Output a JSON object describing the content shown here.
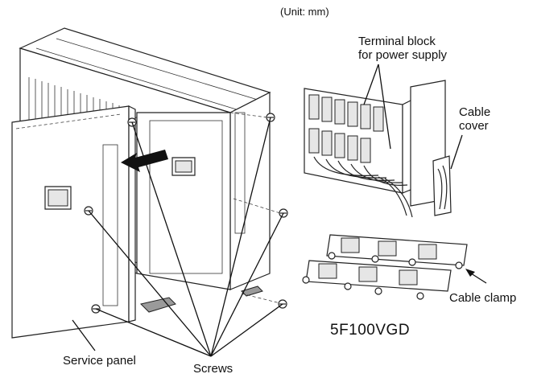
{
  "unit_note": "(Unit: mm)",
  "labels": {
    "terminal_block_line1": "Terminal block",
    "terminal_block_line2": "for power supply",
    "cable_cover_line1": "Cable",
    "cable_cover_line2": "cover",
    "cable_clamp": "Cable clamp",
    "model": "5F100VGD",
    "service_panel": "Service panel",
    "screws": "Screws"
  },
  "icons": [
    "screw-icon",
    "removal-arrow-icon"
  ]
}
